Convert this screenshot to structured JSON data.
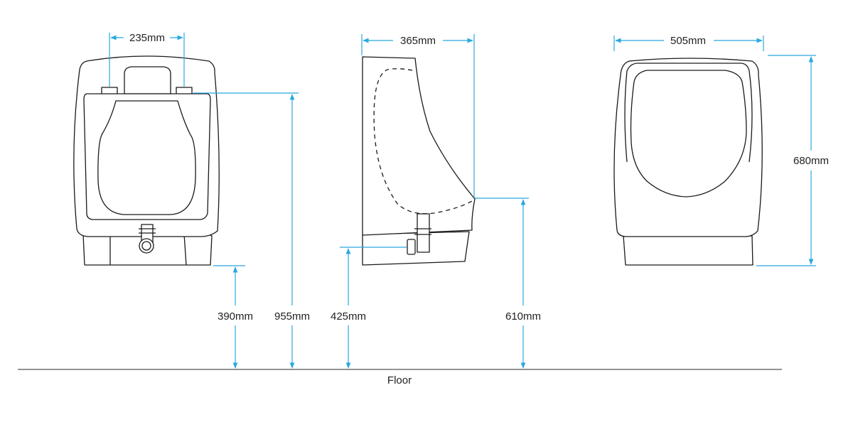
{
  "colors": {
    "dimension": "#29a8df",
    "outline": "#1a1a1a",
    "text": "#222222",
    "background": "#ffffff"
  },
  "dimensions": {
    "front_inlet_spacing": "235mm",
    "side_depth": "365mm",
    "rear_width": "505mm",
    "rear_height": "680mm",
    "front_bottom_height": "390mm",
    "front_inlet_height": "955mm",
    "side_outlet_height": "425mm",
    "side_lip_height": "610mm"
  },
  "floor_label": "Floor"
}
